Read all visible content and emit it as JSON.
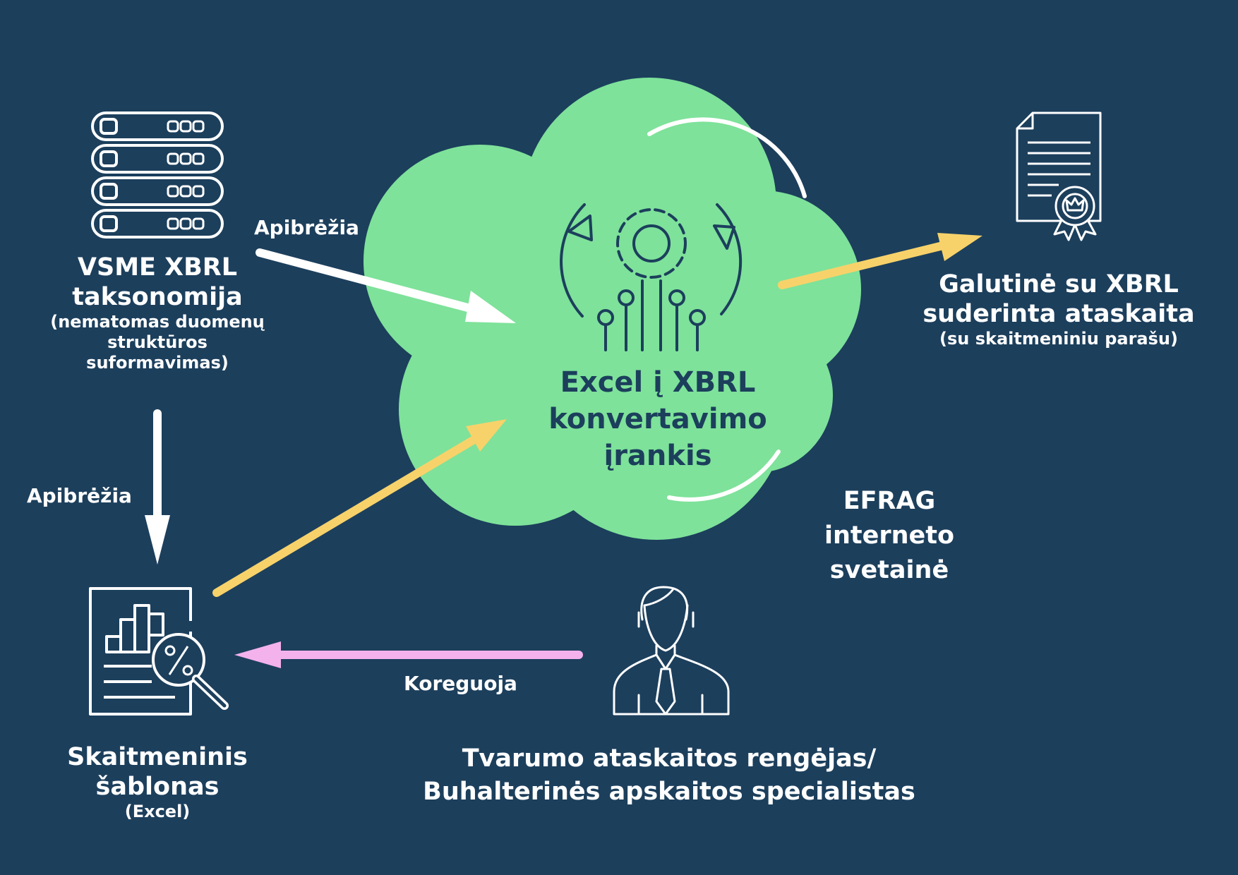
{
  "colors": {
    "background": "#1c3f5c",
    "cloud": "#7ee29a",
    "arrow_white": "#ffffff",
    "arrow_yellow": "#f7d26a",
    "arrow_pink": "#f3b2ec"
  },
  "nodes": {
    "taxonomy": {
      "icon": "server-stack-icon",
      "title_line1": "VSME XBRL",
      "title_line2": "taksonomija",
      "sub_line1": "(nematomas duomenų",
      "sub_line2": "struktūros",
      "sub_line3": "suformavimas)"
    },
    "converter": {
      "icon": "gear-circuit-icon",
      "line1": "Excel į XBRL",
      "line2": "konvertavimo",
      "line3": "įrankis"
    },
    "final_report": {
      "icon": "certificate-document-icon",
      "title_line1": "Galutinė su XBRL",
      "title_line2": "suderinta ataskaita",
      "sub": "(su skaitmeniniu parašu)"
    },
    "efrag": {
      "line1": "EFRAG",
      "line2": "interneto",
      "line3": "svetainė"
    },
    "template": {
      "icon": "chart-magnifier-icon",
      "title_line1": "Skaitmeninis",
      "title_line2": "šablonas",
      "sub": "(Excel)"
    },
    "preparer": {
      "icon": "person-tie-icon",
      "line1": "Tvarumo ataskaitos rengėjas/",
      "line2": "Buhalterinės apskaitos specialistas"
    }
  },
  "edges": {
    "taxonomy_to_converter": "Apibrėžia",
    "taxonomy_to_template": "Apibrėžia",
    "preparer_to_template": "Koreguoja"
  }
}
